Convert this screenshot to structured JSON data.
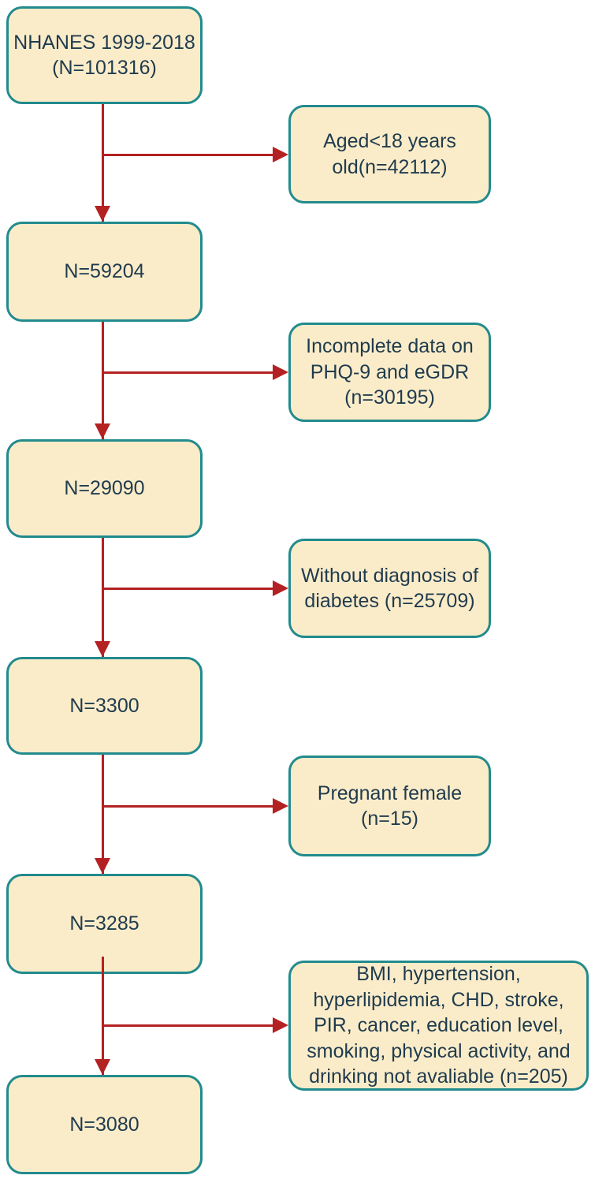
{
  "diagram": {
    "type": "flowchart",
    "colors": {
      "background": "#FFFFFF",
      "box_fill": "#FBECC9",
      "box_border": "#228B8D",
      "text": "#1F3B4E",
      "arrow": "#B42122"
    },
    "main_nodes": [
      "NHANES 1999-2018\n(N=101316)",
      "N=59204",
      "N=29090",
      "N=3300",
      "N=3285",
      "N=3080"
    ],
    "exclusions": [
      "Aged<18 years\nold(n=42112)",
      "Incomplete data on\nPHQ-9 and eGDR\n(n=30195)",
      "Without diagnosis of\ndiabetes (n=25709)",
      "Pregnant female\n(n=15)",
      "BMI, hypertension,\nhyperlipidemia, CHD, stroke,\nPIR, cancer, education level,\nsmoking, physical activity, and\ndrinking not avaliable (n=205)"
    ]
  }
}
